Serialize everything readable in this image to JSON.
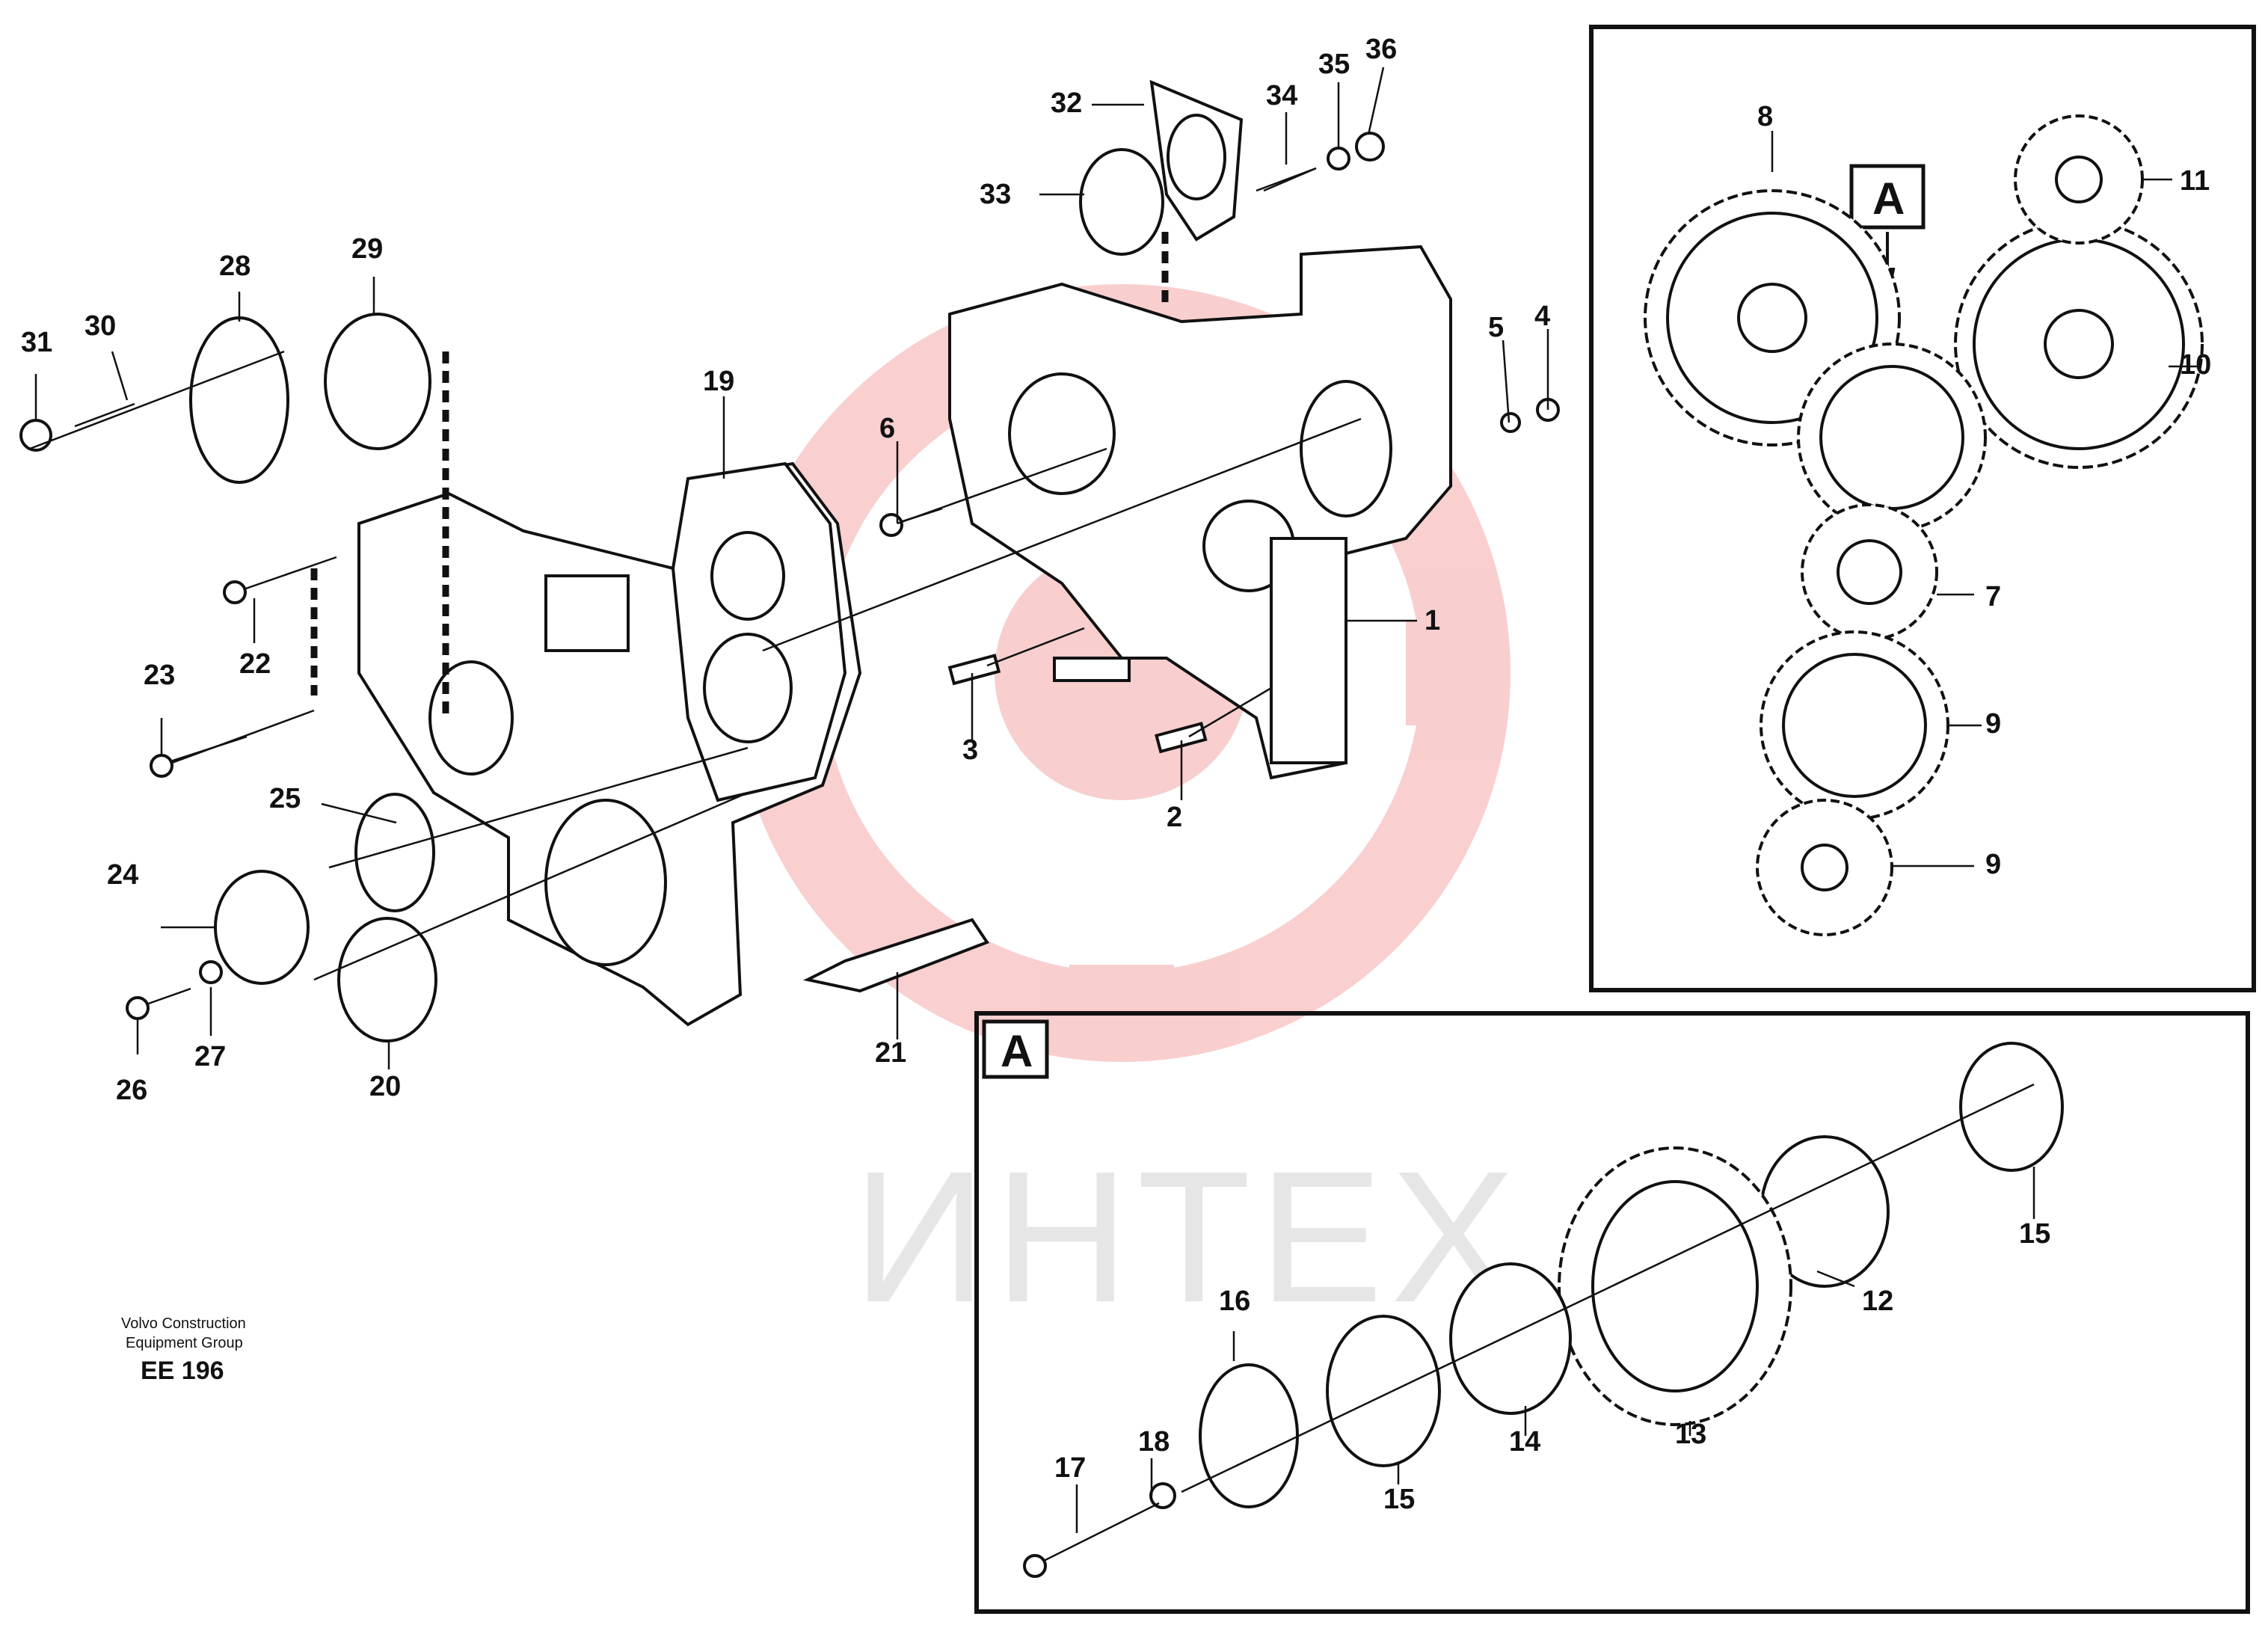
{
  "drawing": {
    "credit_line1": "Volvo Construction",
    "credit_line2": "Equipment Group",
    "code": "EE 196",
    "watermark_text": "ИНТЕХ",
    "watermark_color": "#f7c9c9",
    "detail_tag_top": "A",
    "detail_tag_bottom": "A"
  },
  "labels": {
    "l1": "1",
    "l2": "2",
    "l3": "3",
    "l4": "4",
    "l5": "5",
    "l6": "6",
    "l7": "7",
    "l8": "8",
    "l9a": "9",
    "l9b": "9",
    "l10": "10",
    "l11": "11",
    "l12": "12",
    "l13": "13",
    "l14": "14",
    "l15a": "15",
    "l15b": "15",
    "l16": "16",
    "l17": "17",
    "l18": "18",
    "l19": "19",
    "l20": "20",
    "l21": "21",
    "l22": "22",
    "l23": "23",
    "l24": "24",
    "l25": "25",
    "l26": "26",
    "l27": "27",
    "l28": "28",
    "l29": "29",
    "l30": "30",
    "l31": "31",
    "l32": "32",
    "l33": "33",
    "l34": "34",
    "l35": "35",
    "l36": "36"
  }
}
